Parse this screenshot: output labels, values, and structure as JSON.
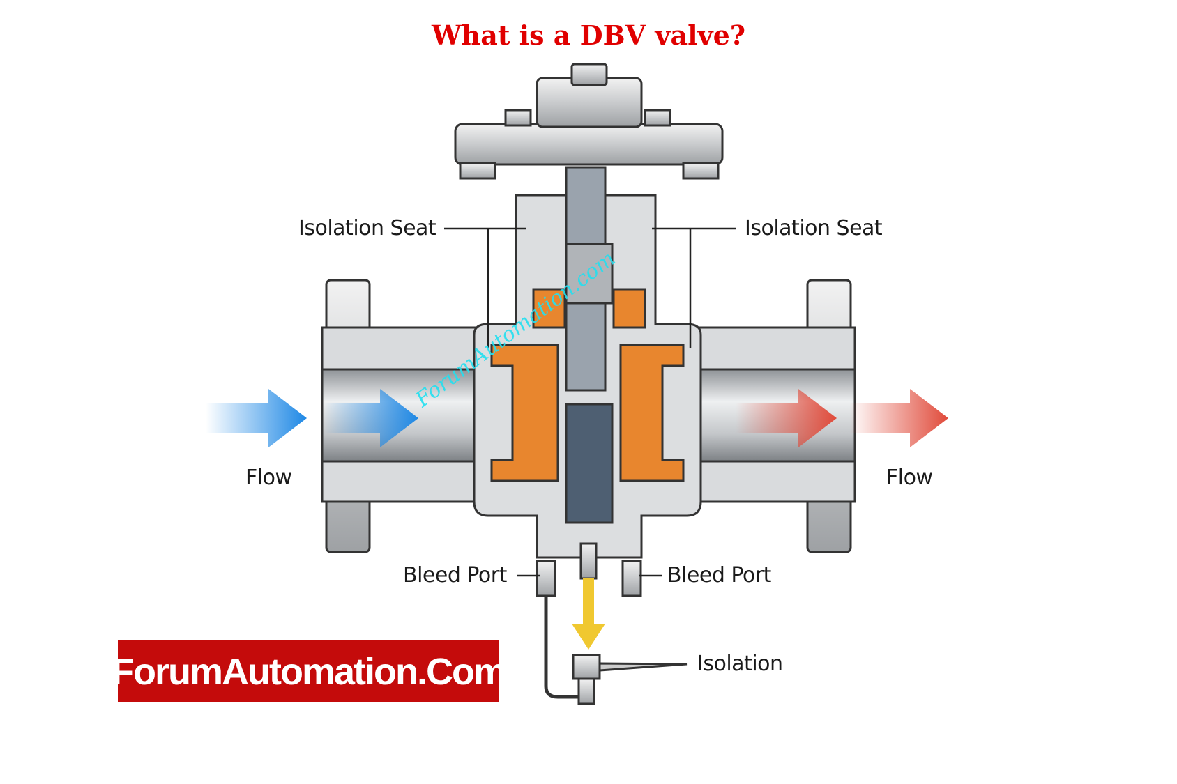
{
  "title": "What is a DBV valve?",
  "labels": {
    "isolation_seat_left": "Isolation Seat",
    "isolation_seat_right": "Isolation Seat",
    "flow_left": "Flow",
    "flow_right": "Flow",
    "bleed_port_left": "Bleed Port",
    "bleed_port_right": "Bleed Port",
    "isolation": "Isolation"
  },
  "brand": "ForumAutomation.Com",
  "watermark": "ForumAutomation.com",
  "colors": {
    "title": "#e00000",
    "brand_bg": "#c40b0b",
    "inflow": "#1e88e5",
    "outflow": "#e04a3a",
    "seat": "#e8862e",
    "bleed": "#f0c830"
  }
}
